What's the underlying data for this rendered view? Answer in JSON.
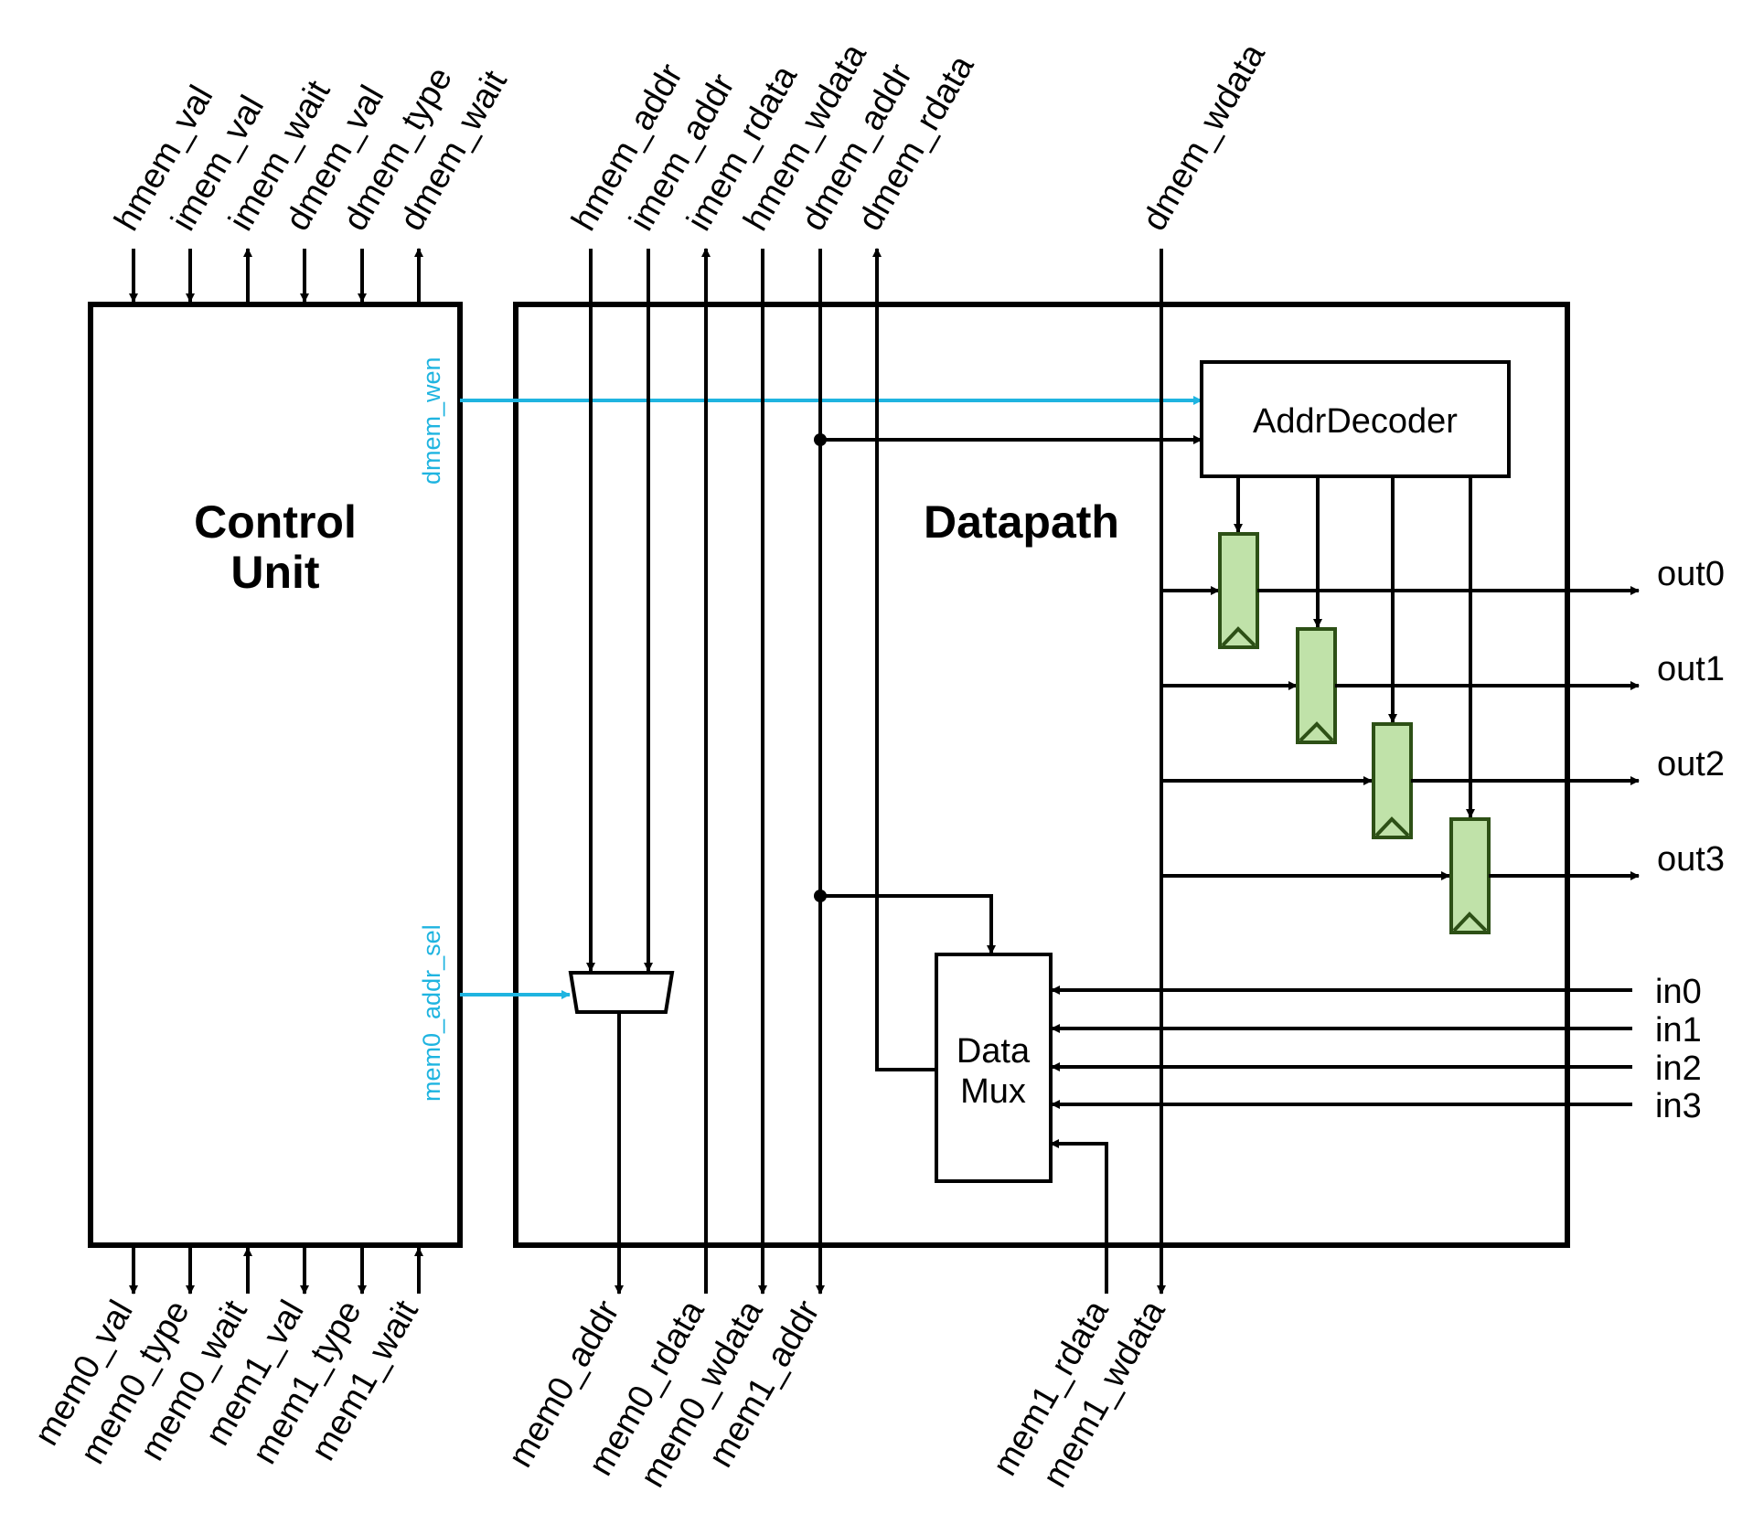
{
  "diagram": {
    "blocks": {
      "control_unit": {
        "line1": "Control",
        "line2": "Unit"
      },
      "datapath": {
        "label": "Datapath"
      },
      "addr_decoder": {
        "label": "AddrDecoder"
      },
      "data_mux": {
        "line1": "Data",
        "line2": "Mux"
      }
    },
    "control_signals": {
      "dmem_wen": "dmem_wen",
      "mem0_addr_sel": "mem0_addr_sel"
    },
    "top_ports_control": [
      {
        "label": "hmem_val",
        "dir": "in"
      },
      {
        "label": "imem_val",
        "dir": "in"
      },
      {
        "label": "imem_wait",
        "dir": "out"
      },
      {
        "label": "dmem_val",
        "dir": "in"
      },
      {
        "label": "dmem_type",
        "dir": "in"
      },
      {
        "label": "dmem_wait",
        "dir": "out"
      }
    ],
    "top_ports_datapath": [
      {
        "label": "hmem_addr",
        "dir": "in"
      },
      {
        "label": "imem_addr",
        "dir": "in"
      },
      {
        "label": "imem_rdata",
        "dir": "out"
      },
      {
        "label": "hmem_wdata",
        "dir": "in"
      },
      {
        "label": "dmem_addr",
        "dir": "in"
      },
      {
        "label": "dmem_rdata",
        "dir": "out"
      },
      {
        "label": "dmem_wdata",
        "dir": "in"
      }
    ],
    "bottom_ports_control": [
      {
        "label": "mem0_val",
        "dir": "out"
      },
      {
        "label": "mem0_type",
        "dir": "out"
      },
      {
        "label": "mem0_wait",
        "dir": "in"
      },
      {
        "label": "mem1_val",
        "dir": "out"
      },
      {
        "label": "mem1_type",
        "dir": "out"
      },
      {
        "label": "mem1_wait",
        "dir": "in"
      }
    ],
    "bottom_ports_datapath": [
      {
        "label": "mem0_addr",
        "dir": "out"
      },
      {
        "label": "mem0_rdata",
        "dir": "in"
      },
      {
        "label": "mem0_wdata",
        "dir": "out"
      },
      {
        "label": "mem1_addr",
        "dir": "out"
      },
      {
        "label": "mem1_rdata",
        "dir": "in"
      },
      {
        "label": "mem1_wdata",
        "dir": "out"
      }
    ],
    "outputs": [
      "out0",
      "out1",
      "out2",
      "out3"
    ],
    "inputs": [
      "in0",
      "in1",
      "in2",
      "in3"
    ],
    "colors": {
      "control_wire": "#1fb4e0",
      "register_fill": "#c0e2a9",
      "register_stroke": "#2d5016"
    }
  }
}
